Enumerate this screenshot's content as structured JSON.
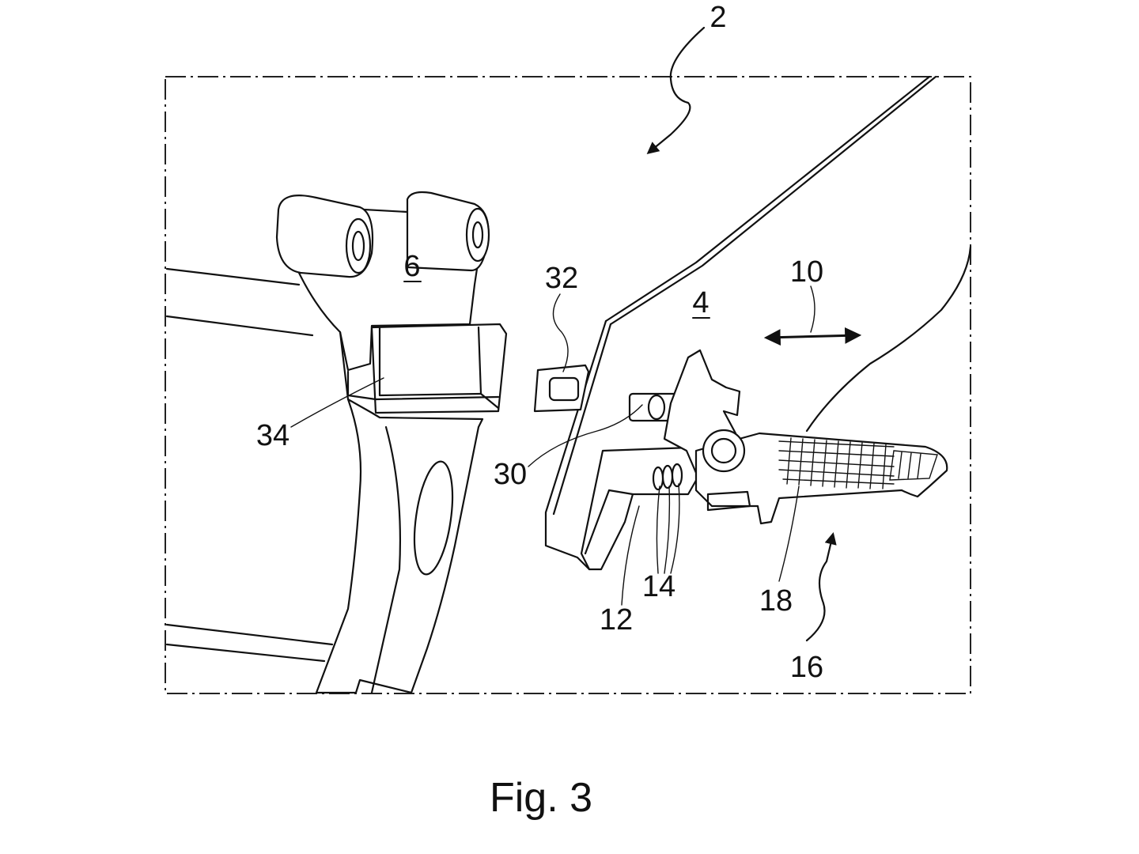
{
  "figure": {
    "caption": "Fig. 3",
    "reference_labels": {
      "assembly": "2",
      "body": "4",
      "bracket": "6",
      "direction_arrow": "10",
      "rail": "12",
      "springs": "14",
      "footrest_assembly": "16",
      "footrest": "18",
      "pivot": "30",
      "tab": "32",
      "receiver": "34"
    }
  }
}
